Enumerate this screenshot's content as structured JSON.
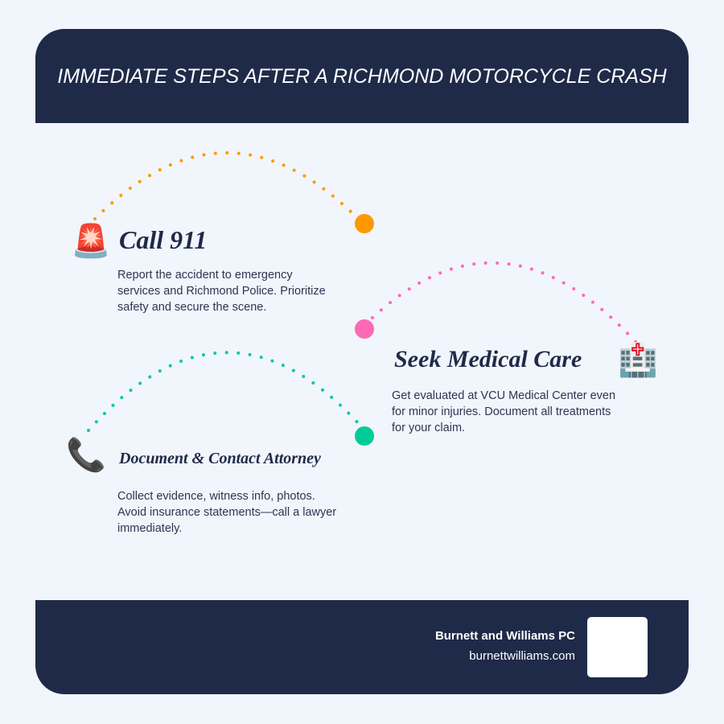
{
  "header": {
    "title": "Immediate Steps After a Richmond Motorcycle Crash"
  },
  "steps": [
    {
      "icon": "police-light-icon",
      "emoji": "🚨",
      "title": "Call 911",
      "description": "Report the accident to emergency services and Richmond Police. Prioritize safety and secure the scene.",
      "color": "#ff9800"
    },
    {
      "icon": "hospital-icon",
      "emoji": "🏥",
      "title": "Seek Medical Care",
      "description": "Get evaluated at VCU Medical Center even for minor injuries. Document all treatments for your claim.",
      "color": "#ff69b4"
    },
    {
      "icon": "telephone-icon",
      "emoji": "📞",
      "title": "Document & Contact Attorney",
      "description": "Collect evidence, witness info, photos. Avoid insurance statements—call a lawyer immediately.",
      "color": "#00cc99"
    }
  ],
  "footer": {
    "firm_name": "Burnett and Williams PC",
    "website": "burnettwilliams.com"
  },
  "colors": {
    "navy": "#1f2a48",
    "background": "#f1f5fc"
  }
}
